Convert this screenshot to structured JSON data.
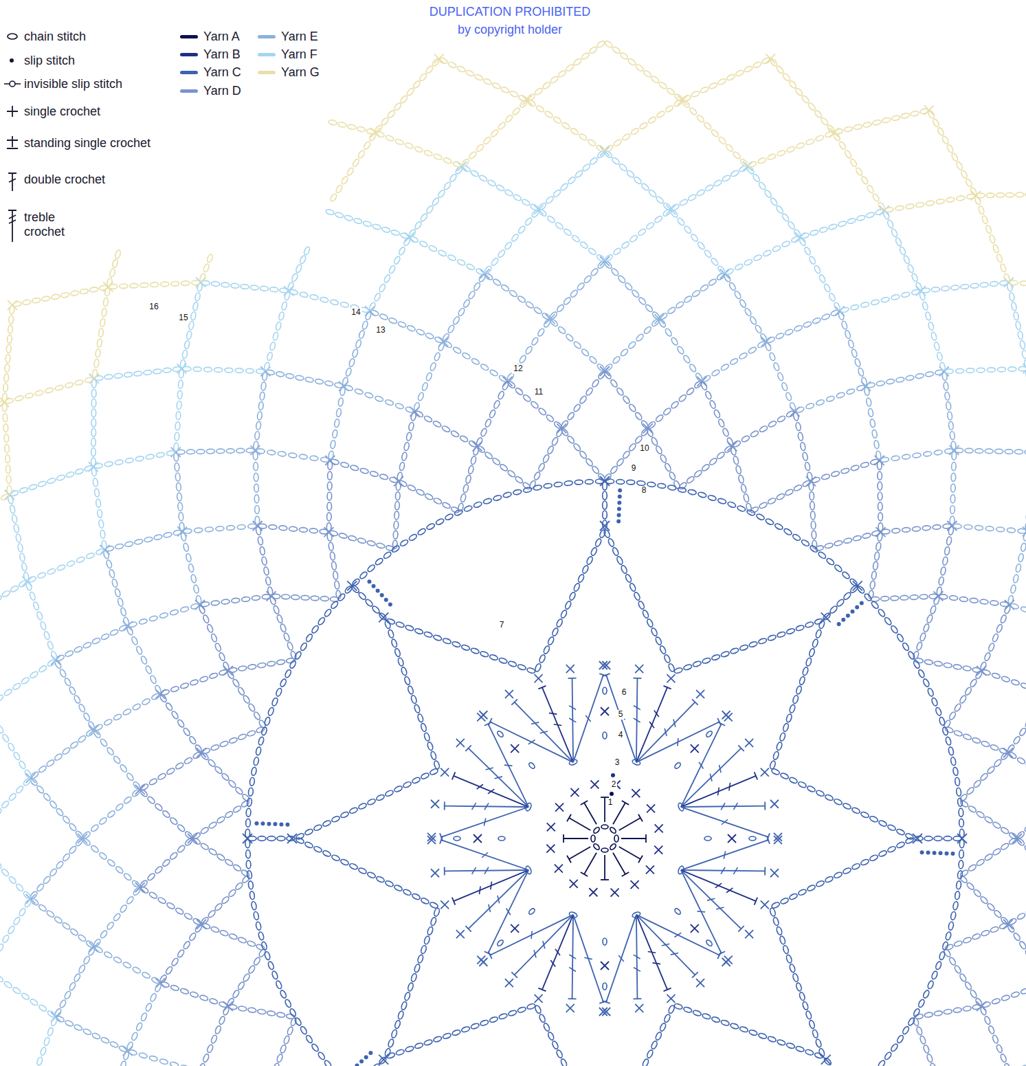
{
  "diagram": {
    "labels": [
      "DUPLICATION PROHIBITED",
      "by copyright holder",
      "1",
      "2",
      "3",
      "4",
      "5",
      "6",
      "7",
      "8",
      "9",
      "10",
      "11",
      "12",
      "13",
      "14",
      "15",
      "16"
    ],
    "legend": [
      {
        "text": "chain stitch"
      },
      {
        "text": "slip stitch"
      },
      {
        "text": "invisible slip stitch"
      },
      {
        "text": "single crochet"
      },
      {
        "text": "standing single crochet"
      },
      {
        "text": "double crochet"
      },
      {
        "text": "treble crochet"
      },
      {
        "text": "Yarn A",
        "color": "#0b1150"
      },
      {
        "text": "Yarn B",
        "color": "#1f2f86"
      },
      {
        "text": "Yarn C",
        "color": "#3d63b0"
      },
      {
        "text": "Yarn D",
        "color": "#7a95cc"
      },
      {
        "text": "Yarn E",
        "color": "#8db1dc"
      },
      {
        "text": "Yarn F",
        "color": "#a6d5f0"
      },
      {
        "text": "Yarn G",
        "color": "#e9dfa8"
      }
    ]
  }
}
